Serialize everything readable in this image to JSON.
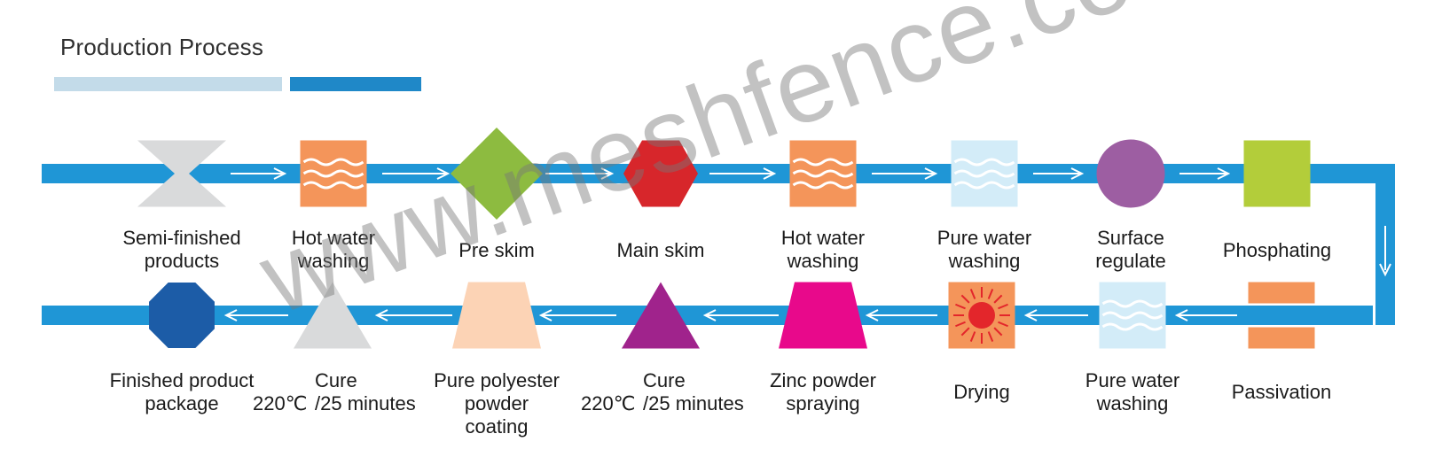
{
  "title": "Production Process",
  "colors": {
    "track": "#1f96d6",
    "accent_light": "#c3dbe9",
    "accent_dark": "#1f88c8"
  },
  "steps_top": [
    {
      "label": "Semi-finished\nproducts",
      "shape": "hourglass-icon",
      "color": "#d9dadb"
    },
    {
      "label": "Hot water\nwashing",
      "shape": "waves-icon",
      "color": "#f4955a"
    },
    {
      "label": "Pre skim",
      "shape": "diamond-icon",
      "color": "#8dbb40"
    },
    {
      "label": "Main skim",
      "shape": "hexagon-icon",
      "color": "#d7262b"
    },
    {
      "label": "Hot water\nwashing",
      "shape": "waves-icon",
      "color": "#f4955a"
    },
    {
      "label": "Pure water\nwashing",
      "shape": "waves-icon",
      "color": "#d3ecf8"
    },
    {
      "label": "Surface\nregulate",
      "shape": "circle-icon",
      "color": "#9d5ea2"
    },
    {
      "label": "Phosphating",
      "shape": "square-icon",
      "color": "#b3cd3a"
    }
  ],
  "steps_bottom": [
    {
      "label": "Passivation",
      "shape": "split-square-icon",
      "color": "#f4955a"
    },
    {
      "label": "Pure water\nwashing",
      "shape": "waves-icon",
      "color": "#d3ecf8"
    },
    {
      "label": "Drying",
      "shape": "sun-icon",
      "color": "#f4955a"
    },
    {
      "label": "Zinc powder\nspraying",
      "shape": "trapezoid-icon",
      "color": "#e8098b"
    },
    {
      "label": "Cure\n/25 minutes",
      "temp": "220℃",
      "shape": "triangle-icon",
      "color": "#a0238c"
    },
    {
      "label": "Pure polyester\npowder\ncoating",
      "shape": "trapezoid-icon",
      "color": "#fcd3b5"
    },
    {
      "label": "Cure\n/25 minutes",
      "temp": "220℃",
      "shape": "triangle-icon",
      "color": "#d9dadb"
    },
    {
      "label": "Finished product\npackage",
      "shape": "octagon-icon",
      "color": "#1c5ca7"
    }
  ],
  "watermark": "www.meshfence.com"
}
